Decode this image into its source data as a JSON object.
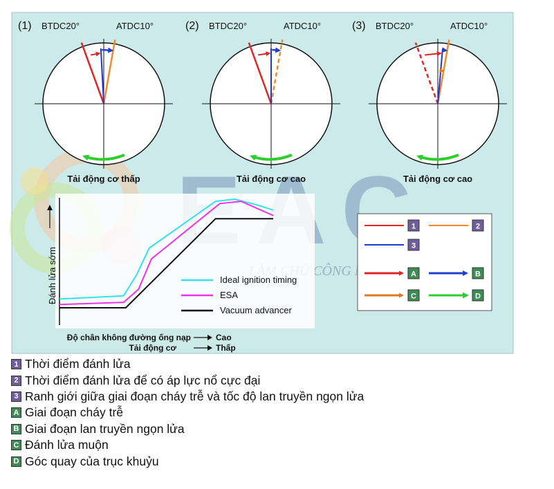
{
  "panels": [
    {
      "number": "(1)",
      "left_label": "BTDC20°",
      "right_label": "ATDC10°",
      "caption": "Tải động cơ thấp"
    },
    {
      "number": "(2)",
      "left_label": "BTDC20°",
      "right_label": "ATDC10°",
      "caption": "Tải động cơ cao"
    },
    {
      "number": "(3)",
      "left_label": "BTDC20°",
      "right_label": "ATDC10°",
      "caption": "Tải động cơ cao"
    }
  ],
  "chart_data": {
    "type": "line",
    "ylabel": "Đánh lửa sớm",
    "xlabel_lines": [
      {
        "label": "Độ chân không đường ống nạp",
        "value": "Cao"
      },
      {
        "label": "Tải động cơ",
        "value": "Thấp"
      }
    ],
    "series": [
      {
        "name": "Ideal ignition timing",
        "color": "#33e1ee",
        "values": [
          [
            0,
            0.08
          ],
          [
            0.3,
            0.11
          ],
          [
            0.36,
            0.3
          ],
          [
            0.42,
            0.55
          ],
          [
            0.73,
            0.98
          ],
          [
            0.82,
            1.0
          ],
          [
            0.92,
            0.95
          ],
          [
            1.0,
            0.9
          ]
        ]
      },
      {
        "name": "ESA",
        "color": "#ee33e6",
        "values": [
          [
            0,
            0.03
          ],
          [
            0.3,
            0.05
          ],
          [
            0.37,
            0.17
          ],
          [
            0.43,
            0.45
          ],
          [
            0.75,
            0.96
          ],
          [
            0.85,
            0.98
          ],
          [
            1.0,
            0.85
          ]
        ]
      },
      {
        "name": "Vacuum advancer",
        "color": "#111111",
        "values": [
          [
            0,
            0
          ],
          [
            0.31,
            0
          ],
          [
            0.73,
            0.82
          ],
          [
            1.0,
            0.82
          ]
        ]
      }
    ]
  },
  "legend_box": {
    "numbered": [
      "1",
      "2",
      "3"
    ],
    "lettered": [
      "A",
      "B",
      "C",
      "D"
    ],
    "colors": {
      "1": "#e02525",
      "2": "#f08a2a",
      "3": "#2336d6",
      "A": "#e02525",
      "B": "#1f3fd0",
      "C": "#e0781e",
      "D": "#2ccf2c"
    }
  },
  "watermark": {
    "text": "EAC",
    "tagline": "LÀM CHỦ CÔNG NGHỆ"
  },
  "legend": [
    {
      "key": "1",
      "text": "Thời điểm đánh lửa"
    },
    {
      "key": "2",
      "text": "Thời điểm đánh lửa để có áp lực nổ cực đại"
    },
    {
      "key": "3",
      "text": "Ranh giới giữa giai đoạn cháy trễ và tốc độ lan truyền ngọn lửa"
    },
    {
      "key": "A",
      "text": "Giai đoạn cháy trễ"
    },
    {
      "key": "B",
      "text": "Giai đoạn lan truyền ngọn lửa"
    },
    {
      "key": "C",
      "text": "Đánh lửa muộn"
    },
    {
      "key": "D",
      "text": "Góc quay của trục khuỷu"
    }
  ]
}
